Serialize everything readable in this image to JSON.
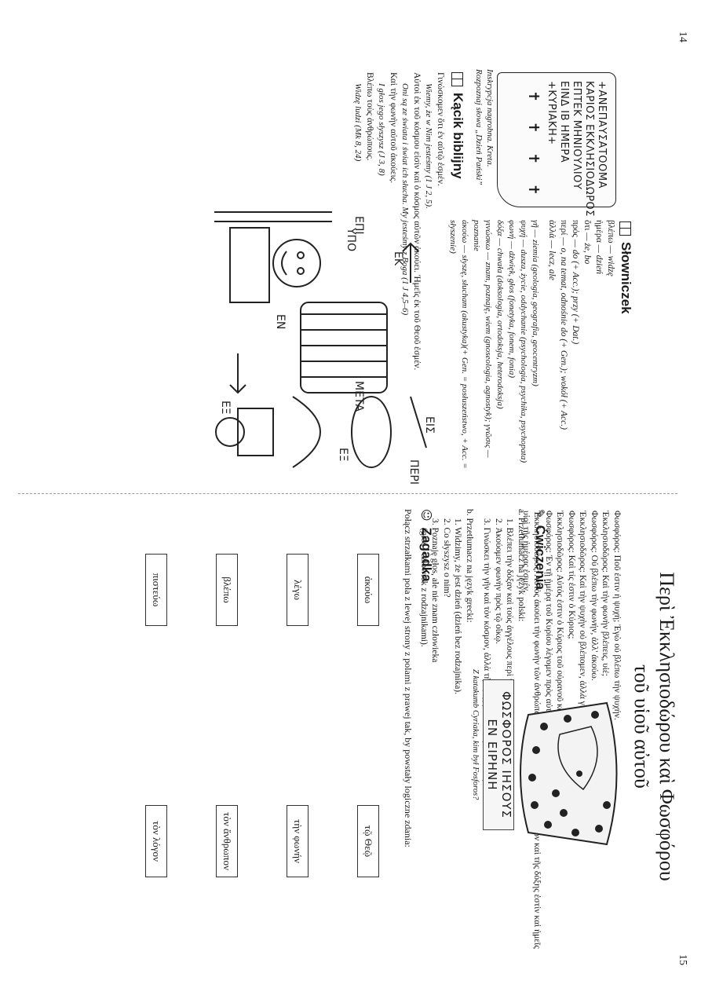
{
  "page_numbers": {
    "left": "14",
    "right": "15"
  },
  "inscription": {
    "lines": [
      "+ΑΝΕΠΑΥΣΑΤΟΟΜΑ",
      "ΚΑΡΙΟΣ ΕΚΚΛΗΣΙΟΔΩΡΟΣ",
      "ΕΠΤΕΚ ΜΗΝΙΟΥΛΙΟΥ",
      "ΕΙΝΔ ΙΒ ΗΜΕΡΑ",
      "+ΚΥΡΙΑΚΗ+"
    ],
    "crosses": "✝ ✝ ✝ ✝",
    "caption_line1": "Inskrypcja nagrobna. Kreta.",
    "caption_line2": "Rozpoznaj słowa „Dzień Pański”"
  },
  "slowniczek": {
    "heading": "Słowniczek",
    "entries": [
      {
        "word": "βλέπω",
        "meaning": "— widzę"
      },
      {
        "word": "ἡμέρα",
        "meaning": "— dzień"
      },
      {
        "word": "ὅτι",
        "meaning": "— że, bo"
      },
      {
        "word": "πρός",
        "meaning": "— do (+ Acc.); przy (+ Dat.)"
      },
      {
        "word": "περί",
        "meaning": "— o, na temat, odnośnie do (+ Gen.); wokół (+ Acc.)"
      },
      {
        "word": "ἀλλά",
        "meaning": "— lecz, ale"
      },
      {
        "word": "γῆ",
        "meaning": "— ziemia (geologia, geografia, geocentryzm)"
      },
      {
        "word": "ψυχή",
        "meaning": "— dusza, życie, oddychanie (psychologia, psychika, psychopata)"
      },
      {
        "word": "φωνή",
        "meaning": "— dźwięk, głos (fonetyka, fonem, fonia)"
      },
      {
        "word": "δόξα",
        "meaning": "— chwała (doksologia, ortodoksja, heterodoksja)"
      },
      {
        "word": "γινώσκω",
        "meaning": "— znam, poznaję, wiem (gnoseologia, agnostyk); γνῶσις — poznanie"
      },
      {
        "word": "ἀκούω",
        "meaning": "— słyszę, słucham (akustyka)(+ Gen. = posłuszeństwo, + Acc. = słyszenie)"
      }
    ]
  },
  "kacik": {
    "heading": "Kącik biblijny",
    "lines": [
      "Γινώσκομεν ὅτι ἐν αὐτῷ ἐσμέν.",
      "Wiemy, że w Nim jesteśmy (1 J 2, 5).",
      "Αὐτοὶ ἐκ τοῦ κόσμου εἰσίν καὶ ὁ κόσμος αὐτῶν ἀκούει. Ἡμεῖς ἐκ τοῦ Θεοῦ ἐσμέν.",
      "Oni są ze świata i świat ich słucha. My jesteśmy z Boga (1 J 4,5–6)",
      "Καὶ τὴν φωνὴν αὐτοῦ ἀκούεις.",
      "I głos jego słyszysz (J 3, 8)",
      "Βλέπω τοὺς ἀνθρώπους.",
      "Widzę ludzi (Mk 8, 24)"
    ]
  },
  "cartoon": {
    "labels": [
      "ΠΕΡΙ",
      "ΕΞ",
      "ΕΙΣ",
      "ΜΕΤΑ",
      "ΥΠΟ",
      "ΕΚ",
      "ΕΠΙ",
      "ΕΝ",
      "ΕΞ"
    ]
  },
  "title": {
    "line1": "Περὶ Ἐκκλησιοδώρου καὶ Φωσφόρου",
    "line2": "τοῦ υἱοῦ αὐτοῦ"
  },
  "dialog": [
    "Φωσφόρος: Ποῦ ἐστιν ἡ ψυχή; Ἐγὼ οὐ βλέπω τὴν ψυχήν.",
    "Ἐκκλησιοδῶρος: Καὶ τὴν φωνὴν βλέπεις, υἱέ;",
    "Φωσφόρος: Οὐ βλέπω τὴν φωνήν, ἀλλ' ἀκούω.",
    "Ἐκκλησιοδῶρος: Καὶ τὴν ψυχὴν οὐ βλέπομεν, ἀλλὰ γινώσκομεν ὅτι ἐν τῷ ἀνθρώπῳ ἐστιν.",
    "Φωσφόρος: Καὶ τίς ἐστιν ὁ Κύριος;",
    "Ἐκκλησιοδῶρος: Αὐτός ἐστιν ὁ Κύριος τοῦ οὐρανοῦ καὶ τῆς γῆς. Αὐτῷ ἡ δόξα.",
    "Φωσφόρος: Ἐν τῇ ἡμέρᾳ τοῦ Κυρίου λέγομεν πρὸς αὐτόν.",
    "Ἐκκλησιοδῶρος: Αὐτὸς ἀκούει τὴν φωνὴν τῶν ἀνθρώπων ἀγίων, ὅτι ὁ Κύριος τῶν ἡμερῶν καὶ τῆς δόξης ἐστὶν καὶ ἡμεῖς υἱοὶ τῆς ἡμέρας ἐσμέν."
  ],
  "cwiczenia": {
    "heading": "Ćwiczenia",
    "a_title": "a. Przetłumacz na język polski:",
    "a_items": [
      "1. Βλέπει τὴν δόξαν καὶ τοὺς ἀγγέλους περὶ τὸν Κύριον.",
      "2. Ἀκούομεν φωνὴν πρὸς τῷ οἴκῳ.",
      "3. Γινώσκει τὴν γῆν καὶ τὸν κόσμον, ἀλλὰ τὴν ψυχὴν τοῦ ἀνθρώπου οὐ γινώσκεις."
    ],
    "b_title": "b. Przetłumacz na język grecki:",
    "b_items": [
      "1. Widzimy, że jest dzień (dzień bez rodzajnika).",
      "2. Co słyszysz o nim?",
      "3. Poznaję głos, ale nie znam człowieka",
      "(głos i człowiek z rodzajnikami)."
    ]
  },
  "bowl": {
    "label_line1": "ΦΩΣΦΟΡΟΣ ΙΗΣΟΥΣ",
    "label_line2": "ΕΝ ΕΙΡΗΝΗ",
    "caption": "Z katakumb Cyriaka, kim był Fosforos?"
  },
  "zagadka": {
    "heading": "Zagadka",
    "intro": "Połącz strzałkami pola z lewej strony z polami z prawej tak, by powstały logiczne zdania:",
    "left": [
      "ἀκούω",
      "λέγω",
      "βλέπω",
      "πιστεύω"
    ],
    "right": [
      "τῷ Θεῷ",
      "τὴν φωνήν",
      "τὸν ἄνθρωπον",
      "τὸν λόγον"
    ]
  }
}
